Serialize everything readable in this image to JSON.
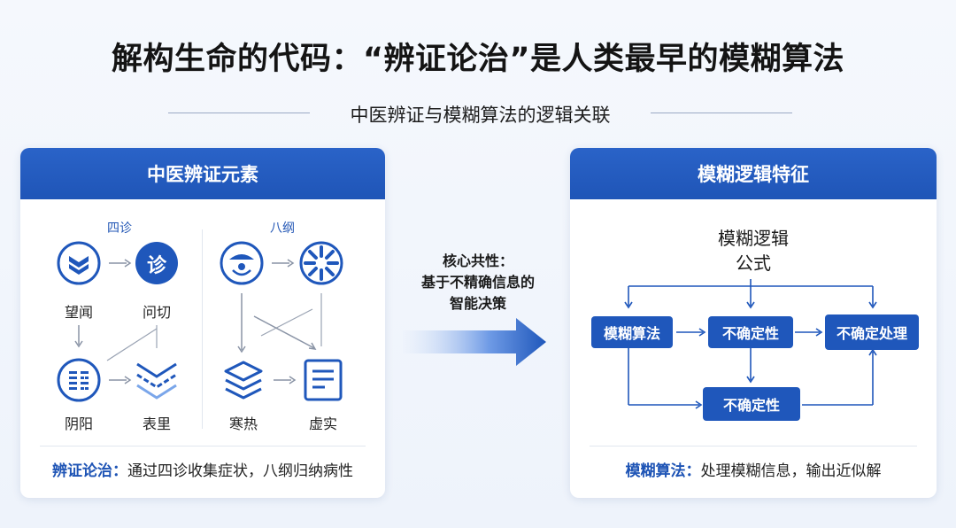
{
  "title": "解构生命的代码：“辨证论治”是人类最早的模糊算法",
  "subtitle": "中医辨证与模糊算法的逻辑关联",
  "left_panel": {
    "header": "中医辨证元素",
    "group_sizhen": "四诊",
    "group_bagang": "八纲",
    "items": {
      "wangwen": "望闻",
      "wenqie": "问切",
      "yinyang": "阴阳",
      "biaoli": "表里",
      "hanre": "寒热",
      "xushi": "虚实"
    },
    "zhen_char": "诊",
    "footer_label": "辨证论治：",
    "footer_text": "通过四诊收集症状，八纲归纳病性"
  },
  "center": {
    "line1": "核心共性：",
    "line2": "基于不精确信息的",
    "line3": "智能决策"
  },
  "right_panel": {
    "header": "模糊逻辑特征",
    "formula_line1": "模糊逻辑",
    "formula_line2": "公式",
    "box_algo": "模糊算法",
    "box_uncert1": "不确定性",
    "box_process": "不确定处理",
    "box_uncert2": "不确定性",
    "footer_label": "模糊算法：",
    "footer_text": "处理模糊信息，输出近似解"
  },
  "colors": {
    "accent": "#1f57bb",
    "accent_light": "#7aa6ea"
  }
}
